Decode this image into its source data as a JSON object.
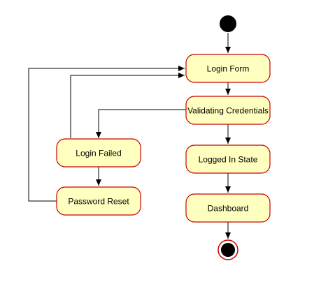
{
  "colors": {
    "node_fill": "#ffffc0",
    "node_stroke": "#cc0000",
    "edge": "#000000",
    "start_fill": "#000000",
    "end_ring": "#cc0000"
  },
  "nodes": {
    "login_form": {
      "label": "Login Form"
    },
    "validating_credentials": {
      "label": "Validating Credentials"
    },
    "logged_in_state": {
      "label": "Logged In State"
    },
    "dashboard": {
      "label": "Dashboard"
    },
    "login_failed": {
      "label": "Login Failed"
    },
    "password_reset": {
      "label": "Password Reset"
    }
  }
}
